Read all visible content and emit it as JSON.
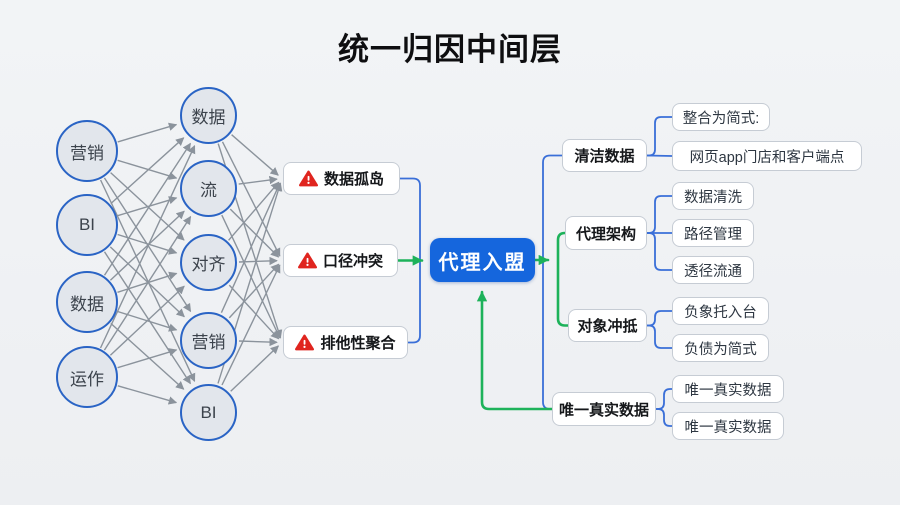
{
  "title": "统一归因中间层",
  "left_nodes": [
    "营销",
    "BI",
    "数据",
    "运作"
  ],
  "mid_nodes": [
    "数据",
    "流",
    "对齐",
    "营销",
    "BI"
  ],
  "issues": [
    "数据孤岛",
    "口径冲突",
    "排他性聚合"
  ],
  "hub": {
    "label": "代理入盟"
  },
  "branches": [
    {
      "label": "清洁数据",
      "children": [
        "整合为简式:",
        "网页app门店和客户端点"
      ]
    },
    {
      "label": "代理架构",
      "children": [
        "数据清洗",
        "路径管理",
        "透径流通"
      ]
    },
    {
      "label": "对象冲抵",
      "children": [
        "负象托入台",
        "负债为简式"
      ]
    },
    {
      "label": "唯一真实数据",
      "children": [
        "唯一真实数据",
        "唯一真实数据"
      ]
    }
  ],
  "colors": {
    "hub_bg": "#1566dd",
    "green": "#1db25a",
    "blue": "#3a6fd8",
    "warning_red": "#e0251f",
    "wire_gray": "#8b939c",
    "node_border": "#2a64c5"
  }
}
